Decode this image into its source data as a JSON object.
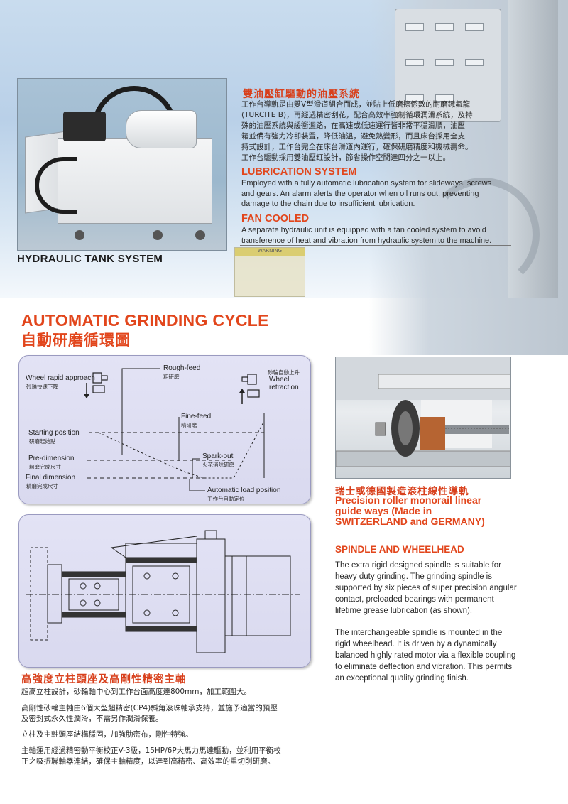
{
  "hydraulic": {
    "caption": "HYDRAULIC TANK SYSTEM",
    "cn_title": "雙油壓缸驅動的油壓系統",
    "cn_lines": [
      "工作台導軌是由雙V型滑道組合而成，並貼上低磨擦係數的耐磨鐵氟龍",
      "(TURCITE B)，再經過精密刮花，配合高效率強制循環潤滑系統，及特",
      "殊的油壓系統與緩衝迴路，在高速或低速運行皆非常平穩滑順，油壓",
      "箱並備有強力冷卻裝置，降低油溫，避免熱變形，而且床台採用全支",
      "持式設計，工作台完全在床台滑道內運行，確保研磨精度和機械壽命。",
      "工作台驅動採用雙油壓缸設計，節省操作空間達四分之一以上。"
    ],
    "lubrication_title": "LUBRICATION SYSTEM",
    "lubrication_lines": [
      "Employed with a fully automatic lubrication system for slideways, screws",
      "and gears. An alarm alerts the operator when oil runs out, preventing",
      "damage to the chain due to insufficient lubrication."
    ],
    "fan_title": "FAN COOLED",
    "fan_lines": [
      "A separate hydraulic unit is equipped with a fan cooled system to avoid",
      "transference of heat and vibration from hydraulic system to the machine."
    ],
    "warning_label": "WARNING"
  },
  "cycle": {
    "title": "AUTOMATIC GRINDING CYCLE",
    "title_cn": "自動研磨循環圖",
    "labels": {
      "wheel_rapid_approach": "Wheel rapid approach",
      "wheel_rapid_approach_cn": "砂輪快速下降",
      "rough_feed": "Rough-feed",
      "rough_feed_cn": "粗研磨",
      "wheel_retraction_cn": "砂輪自動上升",
      "wheel": "Wheel",
      "retraction": "retraction",
      "fine_feed": "Fine-feed",
      "fine_feed_cn": "精研磨",
      "starting_position": "Starting position",
      "starting_position_cn": "研磨起始點",
      "pre_dimension": "Pre-dimension",
      "pre_dimension_cn": "粗磨完成尺寸",
      "spark_out": "Spark-out",
      "spark_out_cn": "火花消除研磨",
      "final_dimension": "Final dimension",
      "final_dimension_cn": "精磨完成尺寸",
      "automatic_load_position": "Automatic load position",
      "automatic_load_position_cn": "工作台自動定位"
    }
  },
  "rail": {
    "cn_title": "瑞士或德國製造滾柱線性導軌",
    "en_title_lines": [
      "Precision roller monorail linear",
      "guide ways (Made in",
      "SWITZERLAND and GERMANY)"
    ]
  },
  "spindle": {
    "title": "SPINDLE AND WHEELHEAD",
    "para1": [
      "The extra rigid designed spindle is suitable for",
      "heavy duty grinding. The grinding spindle is",
      "supported by six pieces of super precision angular",
      "contact, preloaded bearings with permanent",
      "lifetime grease lubrication (as shown)."
    ],
    "para2": [
      "The interchangeable spindle is mounted in the",
      "rigid wheelhead. It is driven by a dynamically",
      "balanced highly rated motor via a flexible coupling",
      "to eliminate deflection and vibration. This permits",
      "an exceptional quality grinding finish."
    ],
    "cn_title": "高強度立柱頭座及高剛性精密主軸",
    "cn_p1": "超高立柱設計，砂輪軸中心到工作台面高度達800mm，加工範圍大。",
    "cn_p2": [
      "高剛性砂輪主軸由6個大型超精密(CP4)斜角滾珠軸承支持，並施予適當的預壓",
      "及密封式永久性潤滑，不需另作潤滑保養。"
    ],
    "cn_p3": "立柱及主軸頭座結構穩固，加強肋密布，剛性特強。",
    "cn_p4": [
      "主軸運用經過精密動平衡校正V-3級，15HP/6P大馬力馬達驅動，並利用平衡校",
      "正之吸振聯軸器連結，確保主軸精度，以達到高精密、高效率的重切削研磨。"
    ]
  },
  "colors": {
    "accent_red": "#e2461c",
    "panel_lavender": "#dedef2"
  }
}
